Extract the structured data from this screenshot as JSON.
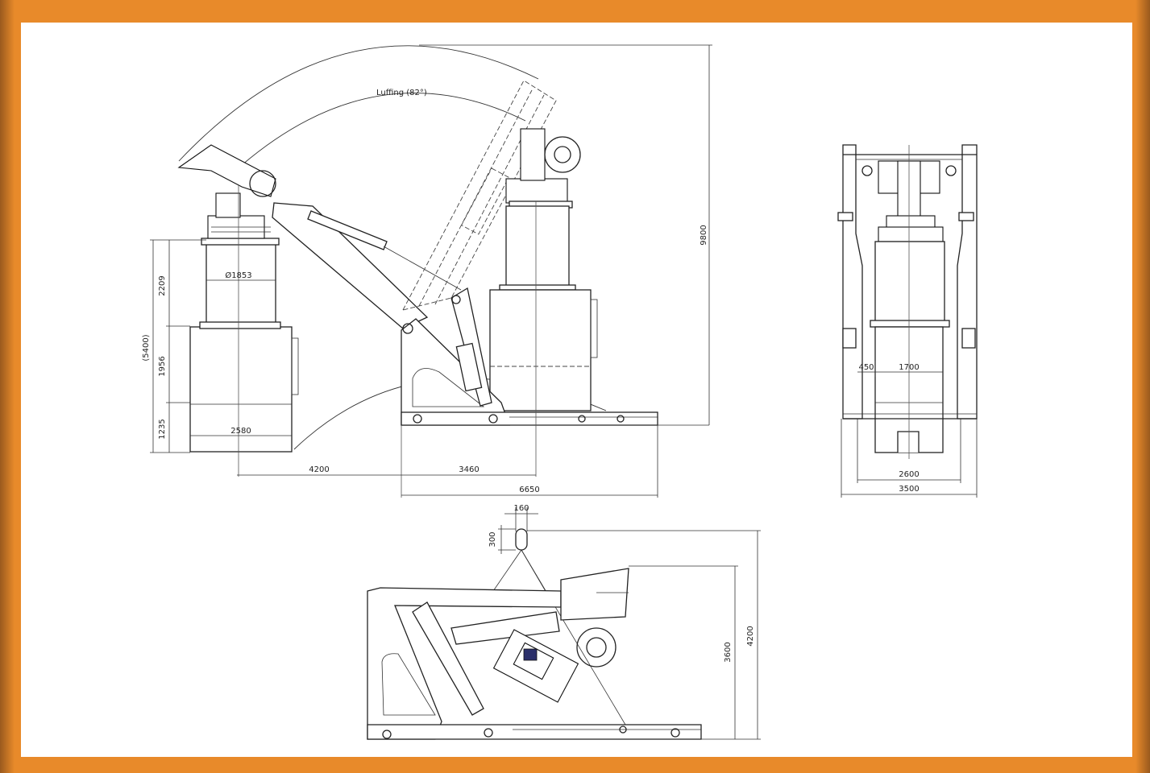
{
  "diagram": {
    "annotations": {
      "luffing": "Luffing (82°)"
    },
    "side_view": {
      "total_height": "9800",
      "height_segments": [
        "2209",
        "1956",
        "1235"
      ],
      "overall_height_ref": "(5400)",
      "pedestal_diameter": "Ø1853",
      "base_width": "2580",
      "reach": "4200",
      "offset": "3460",
      "base_length": "6650"
    },
    "front_view": {
      "offset": "450",
      "inner_width": "1700",
      "frame_width": "2600",
      "overall_width": "3500"
    },
    "transport_view": {
      "hook_width": "160",
      "hook_height": "300",
      "stowed_height": "3600",
      "lift_height": "4200"
    }
  }
}
